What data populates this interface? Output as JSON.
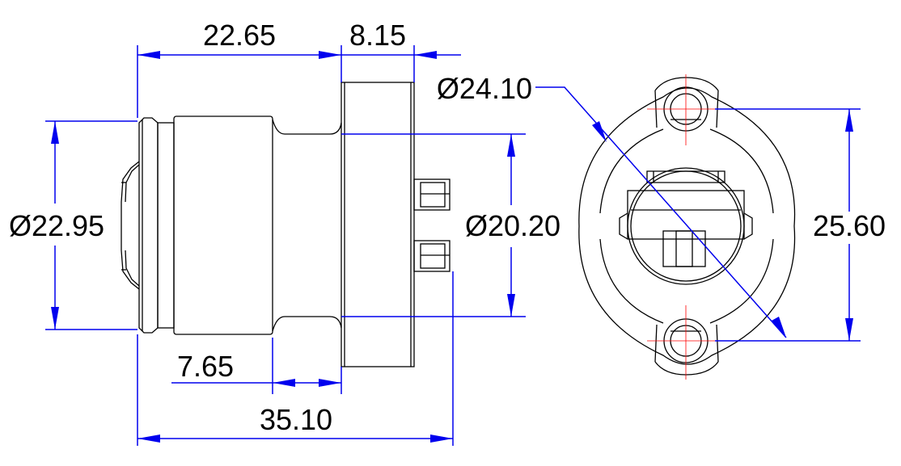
{
  "dimensions": {
    "len_22_65": "22.65",
    "len_8_15": "8.15",
    "dia_24_10": "Ø24.10",
    "dia_22_95": "Ø22.95",
    "dia_20_20": "Ø20.20",
    "len_25_60": "25.60",
    "len_7_65": "7.65",
    "len_35_10": "35.10"
  },
  "colors": {
    "dimension_lines": "#0000ee",
    "part_outline": "#000000",
    "center_lines": "#ff0000"
  }
}
